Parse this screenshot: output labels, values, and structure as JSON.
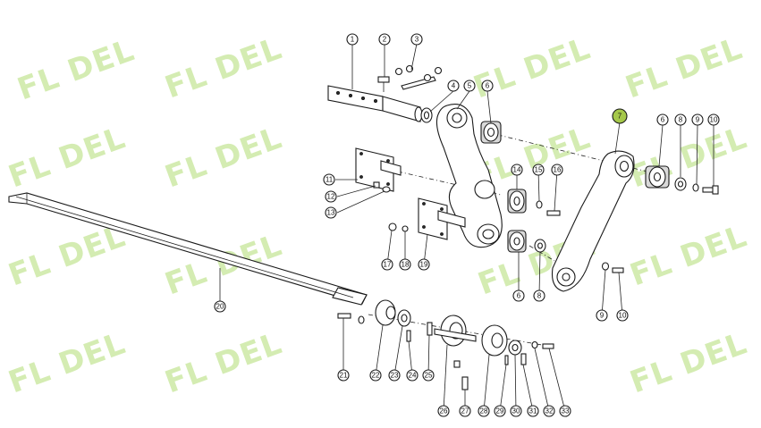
{
  "watermark": {
    "text": "FL  DEL",
    "color": "#d4ecb2"
  },
  "highlight_color": "#a5c84a",
  "callouts": [
    {
      "id": "c1",
      "label": "1"
    },
    {
      "id": "c2",
      "label": "2"
    },
    {
      "id": "c3",
      "label": "3"
    },
    {
      "id": "c4",
      "label": "4"
    },
    {
      "id": "c5",
      "label": "5"
    },
    {
      "id": "c6a",
      "label": "6"
    },
    {
      "id": "c7",
      "label": "7",
      "highlighted": true
    },
    {
      "id": "c6b",
      "label": "6"
    },
    {
      "id": "c8a",
      "label": "8"
    },
    {
      "id": "c9a",
      "label": "9"
    },
    {
      "id": "c10a",
      "label": "10"
    },
    {
      "id": "c11",
      "label": "11"
    },
    {
      "id": "c12",
      "label": "12"
    },
    {
      "id": "c13",
      "label": "13"
    },
    {
      "id": "c14",
      "label": "14"
    },
    {
      "id": "c15",
      "label": "15"
    },
    {
      "id": "c16",
      "label": "16"
    },
    {
      "id": "c17",
      "label": "17"
    },
    {
      "id": "c18",
      "label": "18"
    },
    {
      "id": "c19",
      "label": "19"
    },
    {
      "id": "c20",
      "label": "20"
    },
    {
      "id": "c6c",
      "label": "6"
    },
    {
      "id": "c8b",
      "label": "8"
    },
    {
      "id": "c9b",
      "label": "9"
    },
    {
      "id": "c10b",
      "label": "10"
    },
    {
      "id": "c21",
      "label": "21"
    },
    {
      "id": "c22",
      "label": "22"
    },
    {
      "id": "c23",
      "label": "23"
    },
    {
      "id": "c24",
      "label": "24"
    },
    {
      "id": "c25",
      "label": "25"
    },
    {
      "id": "c26",
      "label": "26"
    },
    {
      "id": "c27",
      "label": "27"
    },
    {
      "id": "c28",
      "label": "28"
    },
    {
      "id": "c29",
      "label": "29"
    },
    {
      "id": "c30",
      "label": "30"
    },
    {
      "id": "c31",
      "label": "31"
    },
    {
      "id": "c32",
      "label": "32"
    },
    {
      "id": "c33",
      "label": "33"
    }
  ]
}
